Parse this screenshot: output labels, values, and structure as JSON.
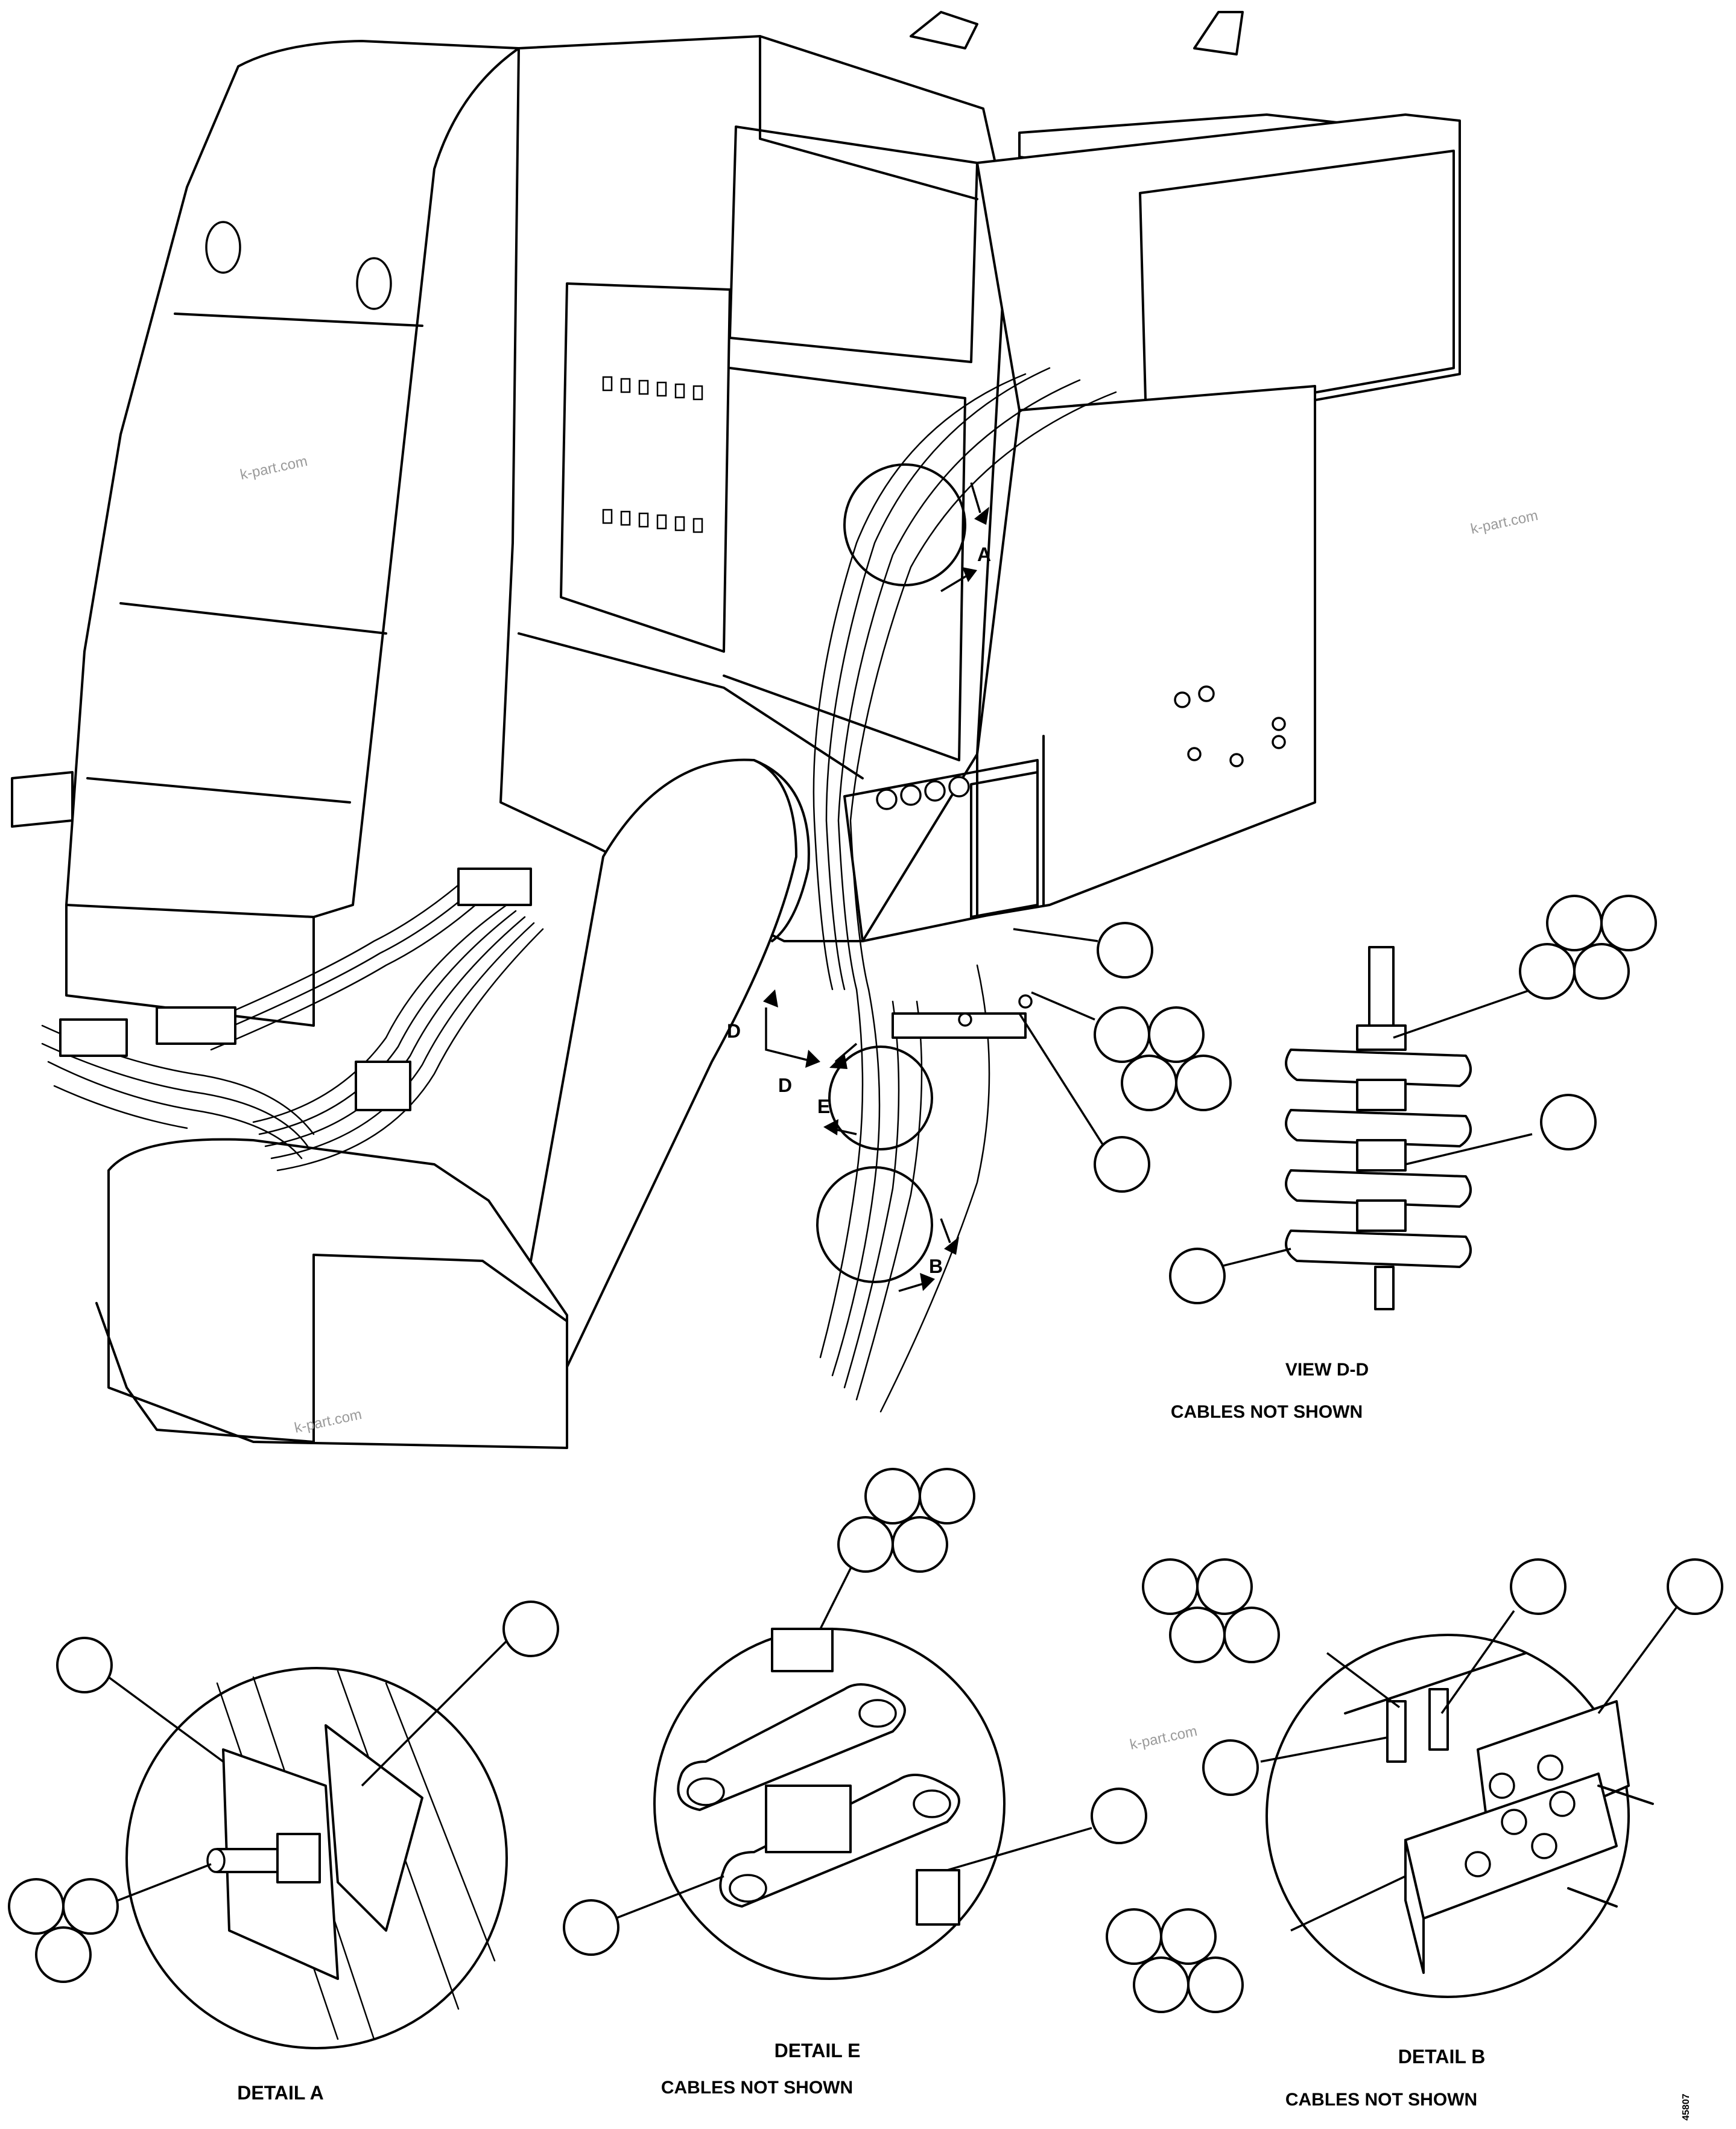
{
  "watermark": "k-part.com",
  "part_number": "45807",
  "section_arrows": {
    "a": "A",
    "b": "B",
    "d": "D",
    "e": "E"
  },
  "views": {
    "view_dd": {
      "title": "VIEW D-D",
      "note": "CABLES NOT SHOWN"
    },
    "detail_a": {
      "title": "DETAIL A"
    },
    "detail_e": {
      "title": "DETAIL E",
      "note": "CABLES NOT SHOWN"
    },
    "detail_b": {
      "title": "DETAIL B",
      "note": "CABLES NOT SHOWN"
    }
  }
}
